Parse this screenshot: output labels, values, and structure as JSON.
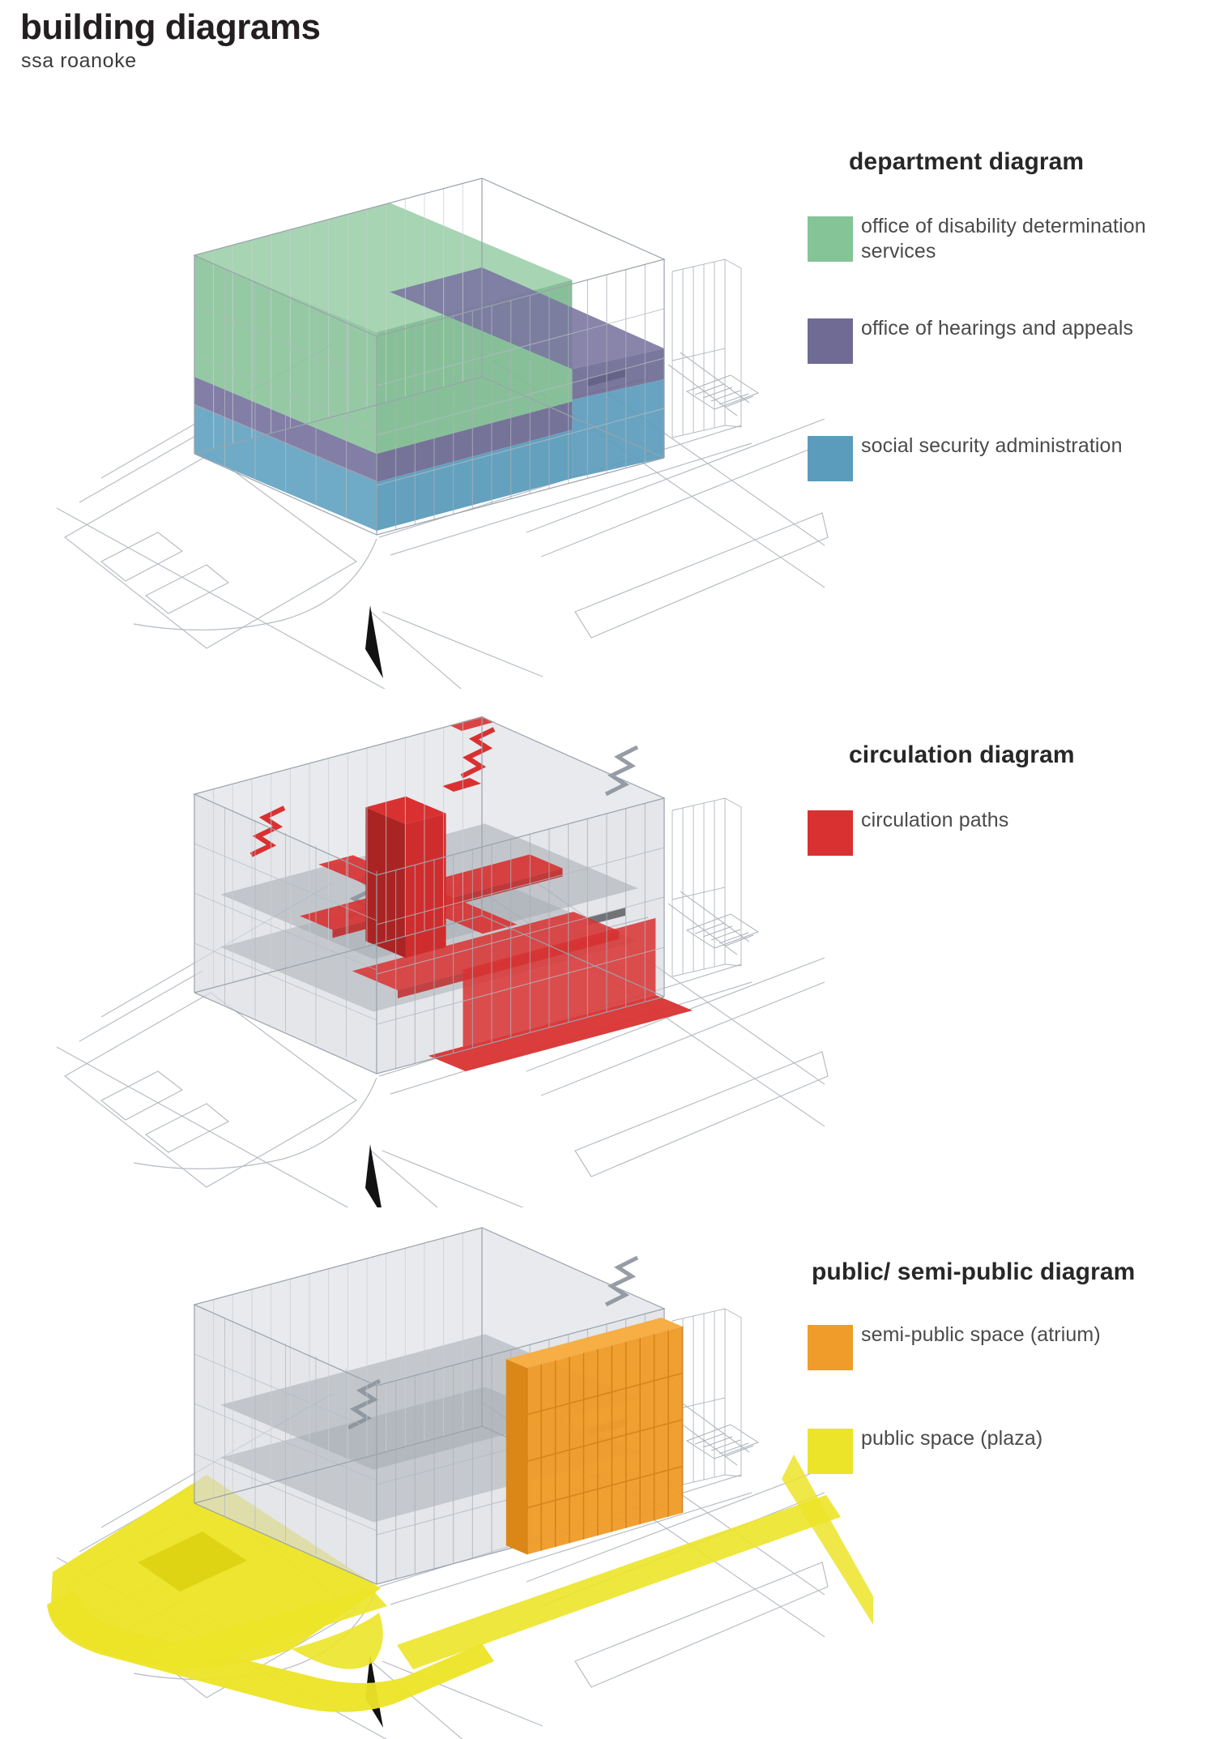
{
  "header": {
    "title": "building diagrams",
    "subtitle": "ssa roanoke"
  },
  "colors": {
    "green": "#85c497",
    "purple": "#6f6b94",
    "blue": "#5b9cbc",
    "red": "#d93131",
    "orange": "#f09c2a",
    "yellow": "#ece428"
  },
  "diagrams": [
    {
      "id": "department",
      "title": "department diagram",
      "legend": [
        {
          "label": "office of disability determination services",
          "color_key": "green"
        },
        {
          "label": "office of hearings and appeals",
          "color_key": "purple"
        },
        {
          "label": "social security administration",
          "color_key": "blue"
        }
      ]
    },
    {
      "id": "circulation",
      "title": "circulation diagram",
      "legend": [
        {
          "label": "circulation paths",
          "color_key": "red"
        }
      ]
    },
    {
      "id": "public",
      "title": "public/ semi-public diagram",
      "legend": [
        {
          "label": "semi-public space (atrium)",
          "color_key": "orange"
        },
        {
          "label": "public space (plaza)",
          "color_key": "yellow"
        }
      ]
    }
  ]
}
